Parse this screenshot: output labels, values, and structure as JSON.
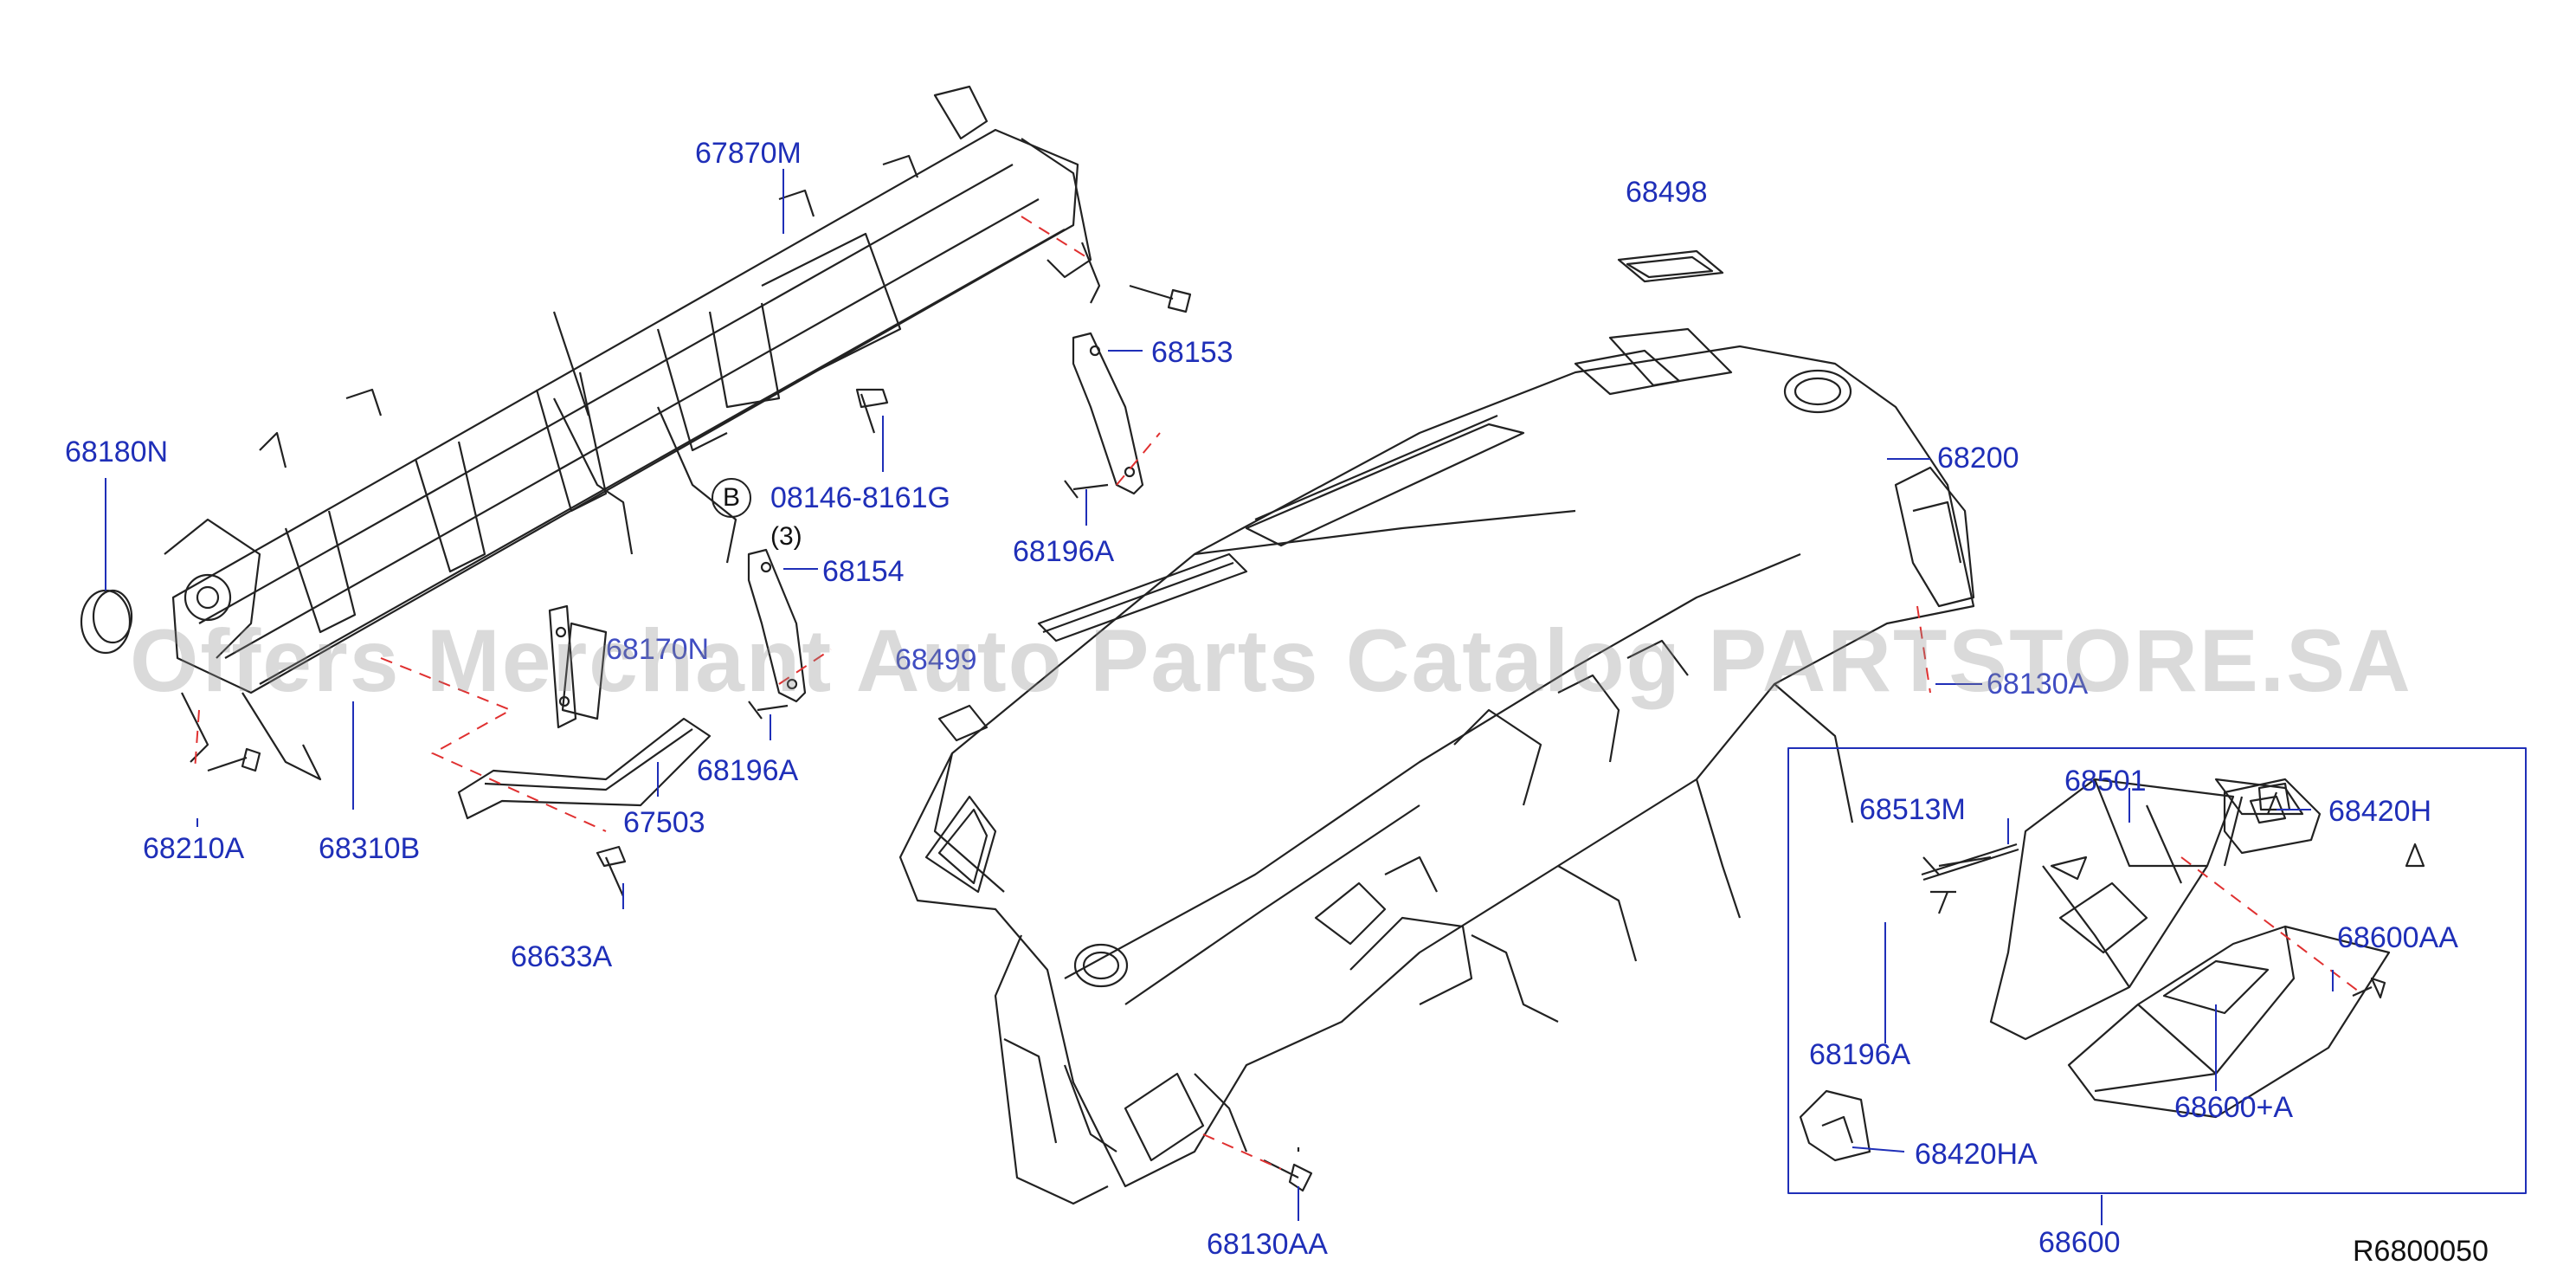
{
  "diagram": {
    "ref_code": "R6800050",
    "watermark": "Offers Merchant Auto Parts Catalog PARTSTORE.SA",
    "badge_letter": "B",
    "qty_note": "(3)",
    "colors": {
      "callout": "#1f2fb8",
      "line": "#222222",
      "leader": "#1f2fb8",
      "dash": "#e03030"
    },
    "parts": [
      {
        "id": "p67870M",
        "label": "67870M"
      },
      {
        "id": "p68180N",
        "label": "68180N"
      },
      {
        "id": "p08146",
        "label": "08146-8161G"
      },
      {
        "id": "p68153",
        "label": "68153"
      },
      {
        "id": "p68154",
        "label": "68154"
      },
      {
        "id": "p68196A_1",
        "label": "68196A"
      },
      {
        "id": "p68196A_2",
        "label": "68196A"
      },
      {
        "id": "p68210A",
        "label": "68210A"
      },
      {
        "id": "p68310B",
        "label": "68310B"
      },
      {
        "id": "p67503",
        "label": "67503"
      },
      {
        "id": "p68633A",
        "label": "68633A"
      },
      {
        "id": "p68498",
        "label": "68498"
      },
      {
        "id": "p68200",
        "label": "68200"
      },
      {
        "id": "p68130AA",
        "label": "68130AA"
      },
      {
        "id": "p68501",
        "label": "68501"
      },
      {
        "id": "p68513M",
        "label": "68513M"
      },
      {
        "id": "p68420H",
        "label": "68420H"
      },
      {
        "id": "p68600AA",
        "label": "68600AA"
      },
      {
        "id": "p68196A_3",
        "label": "68196A"
      },
      {
        "id": "p68600A",
        "label": "68600+A"
      },
      {
        "id": "p68420HA",
        "label": "68420HA"
      },
      {
        "id": "p68600",
        "label": "68600"
      }
    ],
    "obscured_labels": [
      {
        "id": "o1",
        "label": "68170N"
      },
      {
        "id": "o2",
        "label": "68499"
      },
      {
        "id": "o3",
        "label": "68130A"
      }
    ]
  }
}
